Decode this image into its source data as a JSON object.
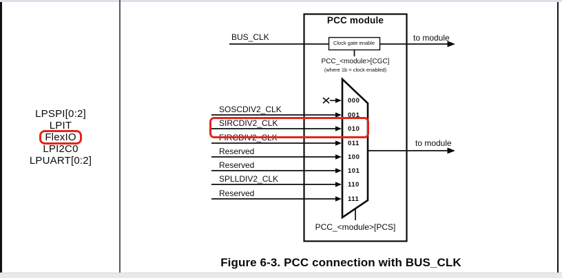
{
  "colors": {
    "highlight_red": "#e4241c",
    "divider_gray": "#58585a",
    "top_strip_lavender": "#e3dcea",
    "bottom_strip_gray": "#e9e9e9",
    "line_black": "#0b0b0b"
  },
  "left_panel": {
    "modules": [
      "LPSPI[0:2]",
      "LPIT",
      "FlexIO",
      "LPI2C0",
      "LPUART[0:2]"
    ],
    "highlighted_module": "FlexIO"
  },
  "diagram": {
    "title": "PCC module",
    "bus_clk_label": "BUS_CLK",
    "to_module_top_label": "to module",
    "to_module_bottom_label": "to module",
    "clock_gate_box_label": "Clock gate enable",
    "cgc_register_label": "PCC_<module>[CGC]",
    "cgc_register_note": "(where 1b = clock enabled)",
    "pcs_register_label": "PCC_<module>[PCS]",
    "highlighted_input": "SIRCDIV2_CLK",
    "mux_inputs": [
      {
        "code": "000",
        "label": ""
      },
      {
        "code": "001",
        "label": "SOSCDIV2_CLK"
      },
      {
        "code": "010",
        "label": "SIRCDIV2_CLK"
      },
      {
        "code": "011",
        "label": "FIRCDIV2_CLK"
      },
      {
        "code": "100",
        "label": "Reserved"
      },
      {
        "code": "101",
        "label": "Reserved"
      },
      {
        "code": "110",
        "label": "SPLLDIV2_CLK"
      },
      {
        "code": "111",
        "label": "Reserved"
      }
    ]
  },
  "caption": "Figure 6-3. PCC connection with BUS_CLK"
}
